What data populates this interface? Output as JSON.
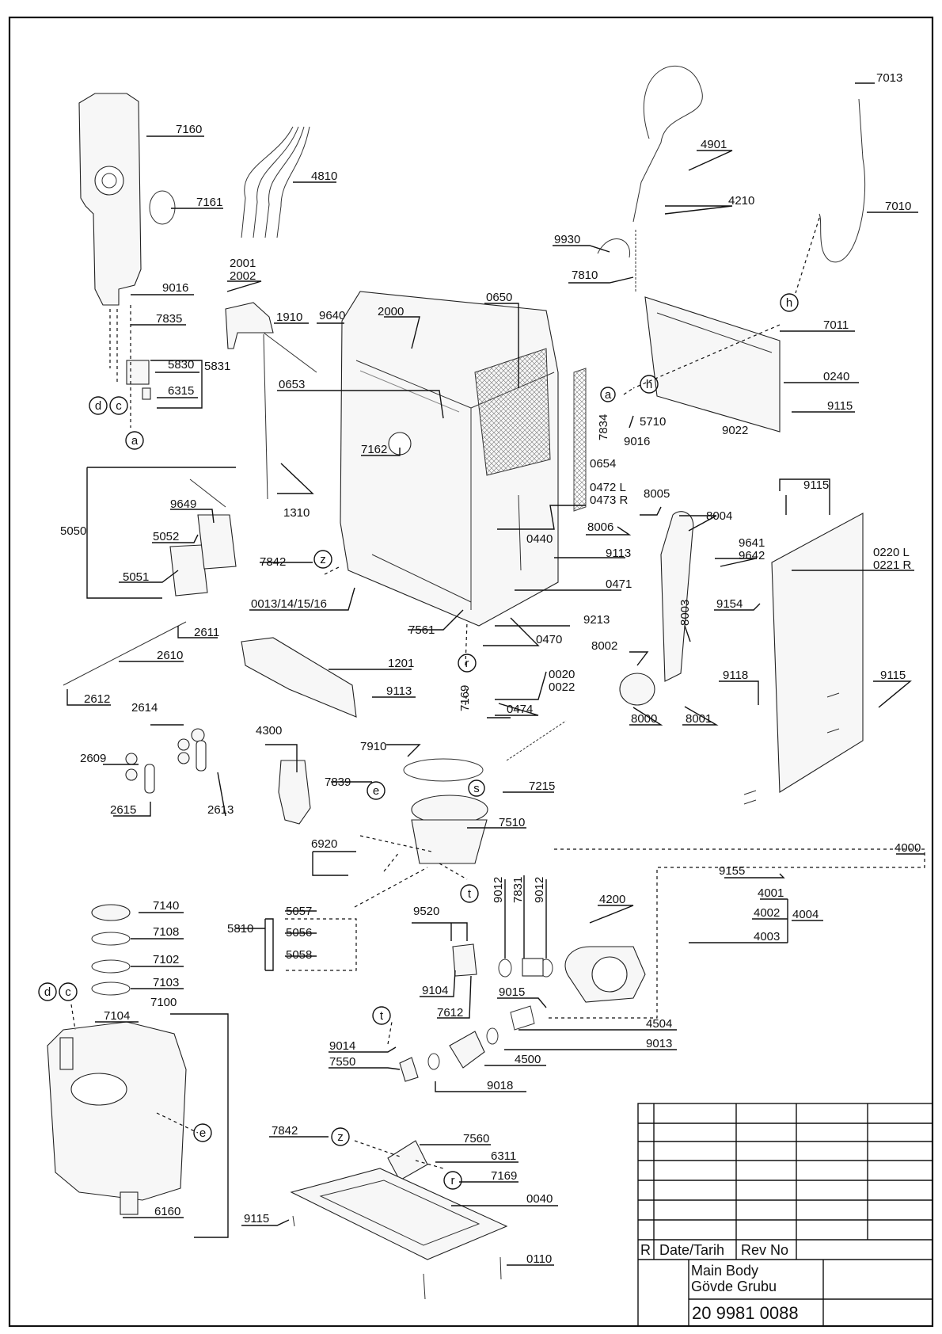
{
  "part_labels": {
    "p7160": "7160",
    "p7161": "7161",
    "p9016a": "9016",
    "p7835": "7835",
    "p5830": "5830",
    "p5831": "5831",
    "p6315": "6315",
    "p4810": "4810",
    "p2001": "2001",
    "p2002": "2002",
    "p1910": "1910",
    "p9640": "9640",
    "p2000": "2000",
    "p0650": "0650",
    "p0653": "0653",
    "p7162": "7162",
    "p4901": "4901",
    "p4210": "4210",
    "p9930": "9930",
    "p7810": "7810",
    "p7013": "7013",
    "p7010": "7010",
    "p7011": "7011",
    "p0240": "0240",
    "p9115a": "9115",
    "p7834": "7834",
    "p5710": "5710",
    "p9016b": "9016",
    "p9022": "9022",
    "p0654": "0654",
    "p0472": "0472 L",
    "p0473": "0473 R",
    "p8005": "8005",
    "p8004": "8004",
    "p8006": "8006",
    "p0440": "0440",
    "p9113a": "9113",
    "p0471": "0471",
    "p9115b": "9115",
    "p9641": "9641",
    "p9642": "9642",
    "p0220": "0220 L",
    "p0221": "0221 R",
    "p5050": "5050",
    "p9649": "9649",
    "p5052": "5052",
    "p5051": "5051",
    "p1310": "1310",
    "p7842a": "7842",
    "p0013": "0013/14/15/16",
    "p2611": "2611",
    "p2610": "2610",
    "p2612": "2612",
    "p1201": "1201",
    "p9113b": "9113",
    "p7561": "7561",
    "p9213": "9213",
    "p0470": "0470",
    "p7169a": "7169",
    "p0020": "0020",
    "p0022": "0022",
    "p0474": "0474",
    "p9154": "9154",
    "p8003": "8003",
    "p8002": "8002",
    "p9118": "9118",
    "p9115c": "9115",
    "p8000": "8000",
    "p8001": "8001",
    "p2614": "2614",
    "p2609": "2609",
    "p2615": "2615",
    "p2613": "2613",
    "p4300": "4300",
    "p7910": "7910",
    "p7839": "7839",
    "p7215": "7215",
    "p7510": "7510",
    "p6920": "6920",
    "p4000": "4000",
    "p9155": "9155",
    "p4001": "4001",
    "p4002": "4002",
    "p4003": "4003",
    "p4004": "4004",
    "p4200": "4200",
    "p9012a": "9012",
    "p7831": "7831",
    "p9012b": "9012",
    "p5810": "5810",
    "p5057": "5057",
    "p5056": "5056",
    "p5058": "5058",
    "p9520": "9520",
    "p9104": "9104",
    "p7612": "7612",
    "p9015": "9015",
    "p4504": "4504",
    "p9013": "9013",
    "p4500": "4500",
    "p9018": "9018",
    "p9014": "9014",
    "p7550": "7550",
    "p7140": "7140",
    "p7108": "7108",
    "p7102": "7102",
    "p7103": "7103",
    "p7100": "7100",
    "p7104": "7104",
    "p6160": "6160",
    "p7842b": "7842",
    "p7560": "7560",
    "p6311": "6311",
    "p7169b": "7169",
    "p0040": "0040",
    "p9115d": "9115",
    "p0110": "0110"
  },
  "callouts": {
    "a1": "a",
    "c1": "c",
    "d1": "d",
    "h1": "h",
    "h2": "h",
    "a2": "a",
    "z1": "z",
    "r1": "r",
    "e1": "e",
    "s1": "s",
    "t1": "t",
    "t2": "t",
    "d2": "d",
    "c2": "c",
    "e2": "e",
    "z2": "z",
    "r2": "r"
  },
  "title_block": {
    "rev_col": "R",
    "date_col": "Date/Tarih",
    "revno_col": "Rev No",
    "title_en": "Main Body",
    "title_tr": "Gövde Grubu",
    "drawing_no": "20 9981 0088"
  }
}
